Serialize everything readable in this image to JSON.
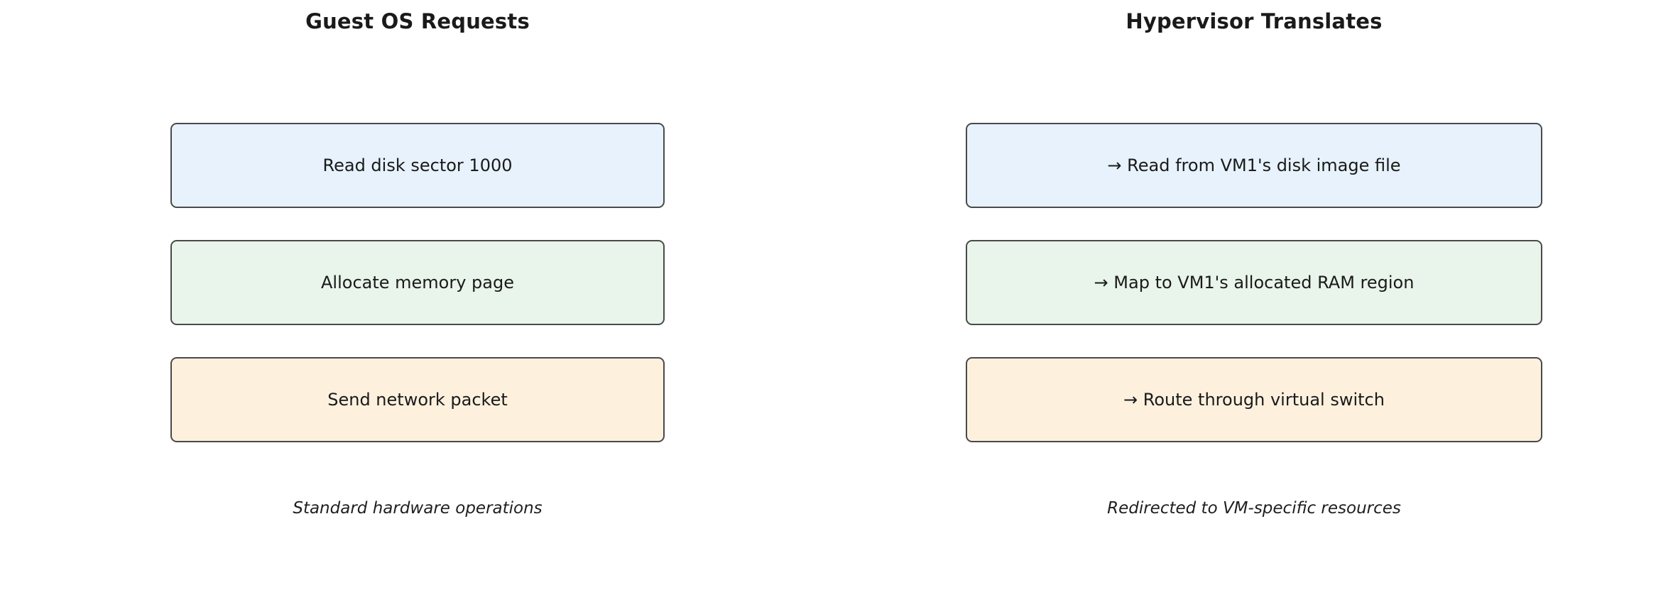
{
  "colors": {
    "disk_box_bg": "#e7f2fc",
    "memory_box_bg": "#e9f4ea",
    "network_box_bg": "#fdf1de",
    "box_border": "#4a4a4a",
    "background": "#ffffff",
    "text": "#1a1a1a"
  },
  "columns": [
    {
      "title": "Guest OS Requests",
      "boxes": [
        {
          "label": "Read disk sector 1000",
          "color": "#e7f2fc"
        },
        {
          "label": "Allocate memory page",
          "color": "#e9f4ea"
        },
        {
          "label": "Send network packet",
          "color": "#fdf1de"
        }
      ],
      "caption": "Standard hardware operations"
    },
    {
      "title": "Hypervisor Translates",
      "boxes": [
        {
          "label": "→ Read from VM1's disk image file",
          "color": "#e7f2fc"
        },
        {
          "label": "→ Map to VM1's allocated RAM region",
          "color": "#e9f4ea"
        },
        {
          "label": "→ Route through virtual switch",
          "color": "#fdf1de"
        }
      ],
      "caption": "Redirected to VM-specific resources"
    }
  ]
}
